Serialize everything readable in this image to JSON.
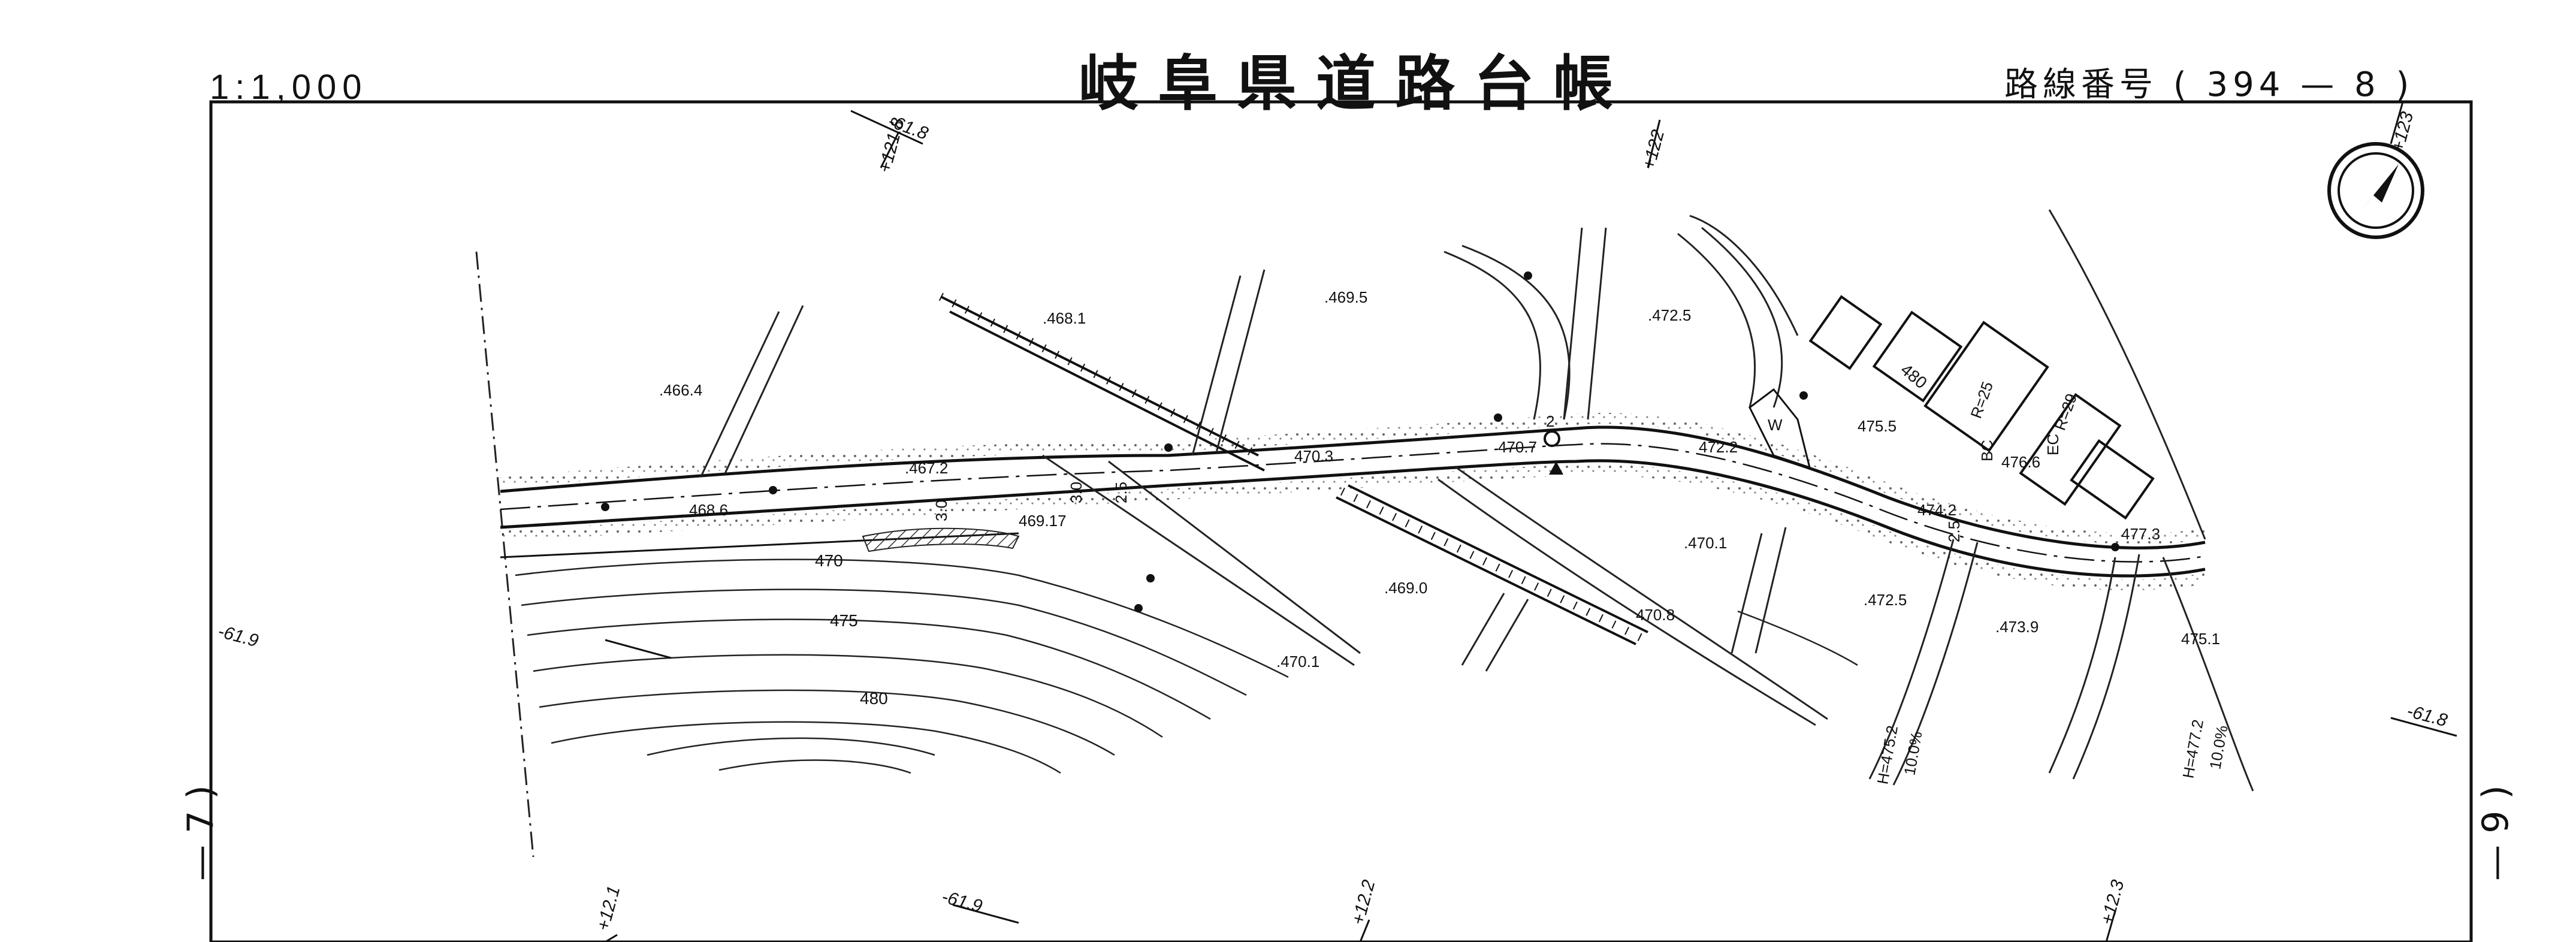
{
  "header": {
    "scale": "1:1,000",
    "title": "岐阜県道路台帳",
    "route_label": "路線番号",
    "route_open": "(",
    "route_number": "394",
    "route_dash": "—",
    "sheet_number": "8",
    "route_close": ")"
  },
  "side_pages": {
    "left": "— 7 )",
    "right": "— 9 )"
  },
  "map": {
    "north_arrow": "north-arrow-icon",
    "elevations": [
      {
        "id": "e1",
        "text": ".466.4"
      },
      {
        "id": "e2",
        "text": ".468.1"
      },
      {
        "id": "e3",
        "text": ".469.5"
      },
      {
        "id": "e4",
        "text": ".472.5"
      },
      {
        "id": "e5",
        "text": ".467.2"
      },
      {
        "id": "e6",
        "text": "468.6"
      },
      {
        "id": "e7",
        "text": "469.17"
      },
      {
        "id": "e8",
        "text": "470.3"
      },
      {
        "id": "e9",
        "text": "470.7"
      },
      {
        "id": "e10",
        "text": "472.2"
      },
      {
        "id": "e11",
        "text": "475.5"
      },
      {
        "id": "e12",
        "text": "476.6"
      },
      {
        "id": "e13",
        "text": "474.2"
      },
      {
        "id": "e14",
        "text": "477.3"
      },
      {
        "id": "e15",
        "text": ".470.1"
      },
      {
        "id": "e16",
        "text": ".469.0"
      },
      {
        "id": "e17",
        "text": "470.8"
      },
      {
        "id": "e18",
        "text": ".470.1"
      },
      {
        "id": "e19",
        "text": ".472.5"
      },
      {
        "id": "e20",
        "text": ".473.9"
      },
      {
        "id": "e21",
        "text": "475.1"
      }
    ],
    "contours": [
      {
        "id": "c1",
        "text": "470"
      },
      {
        "id": "c2",
        "text": "475"
      },
      {
        "id": "c3",
        "text": "480"
      },
      {
        "id": "c4",
        "text": "480"
      }
    ],
    "curve_labels": {
      "r25": "R=25",
      "r29": "R=29",
      "bc": "BC",
      "ec": "EC",
      "w": "W",
      "h4752": "H=475.2",
      "g1": "10.0%",
      "h4772": "H=477.2",
      "g2": "10.0%",
      "d30": "3.0",
      "d25": "2.5",
      "d25b": "2.5",
      "d2": "2",
      "d30b": "3.0"
    },
    "station_marks": [
      {
        "id": "s1",
        "text": "+121.8"
      },
      {
        "id": "s2",
        "text": "-61.8"
      },
      {
        "id": "s3",
        "text": "+122"
      },
      {
        "id": "s4",
        "text": "+123"
      },
      {
        "id": "s5",
        "text": "-61.9"
      },
      {
        "id": "s6",
        "text": "-61.8"
      },
      {
        "id": "s7",
        "text": "+12.1"
      },
      {
        "id": "s8",
        "text": "-61.9"
      },
      {
        "id": "s9",
        "text": "+12.2"
      },
      {
        "id": "s10",
        "text": "+12.3"
      }
    ]
  }
}
